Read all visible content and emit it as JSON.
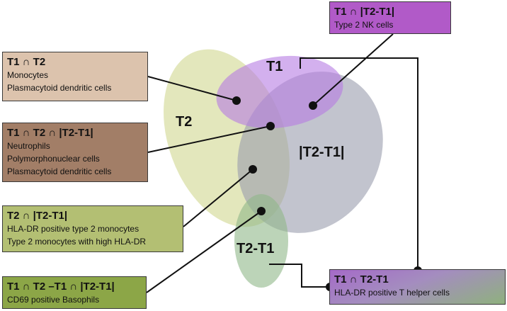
{
  "venn_labels": {
    "t1": "T1",
    "t2": "T2",
    "t2_t1_abs": "|T2-T1|",
    "t2_minus_t1": "T2-T1"
  },
  "boxes": {
    "t1_t2": {
      "title": "T1 ∩ T2",
      "items": [
        "Monocytes",
        "Plasmacytoid dendritic cells"
      ]
    },
    "t1_t2_diff": {
      "title": "T1 ∩ T2 ∩ |T2-T1|",
      "items": [
        "Neutrophils",
        "Polymorphonuclear cells",
        "Plasmacytoid dendritic cells"
      ]
    },
    "t2_diff": {
      "title": "T2 ∩ |T2-T1|",
      "items": [
        "HLA-DR positive type 2 monocytes",
        "Type 2 monocytes with high HLA-DR"
      ]
    },
    "t1_t2_minus": {
      "title": "T1 ∩ T2 –T1 ∩ |T2-T1|",
      "items": [
        "CD69 positive Basophils"
      ]
    },
    "t1_diff": {
      "title": "T1 ∩ |T2-T1|",
      "items": [
        "Type 2 NK cells"
      ]
    },
    "t1_t2t1": {
      "title": "T1 ∩ T2-T1",
      "items": [
        "HLA-DR positive T helper cells"
      ]
    }
  },
  "colors": {
    "t1": "#c79be8",
    "t2": "#d9dfa6",
    "t2_t1_abs": "#a9abb9",
    "t2_minus_t1": "#9fc196"
  }
}
